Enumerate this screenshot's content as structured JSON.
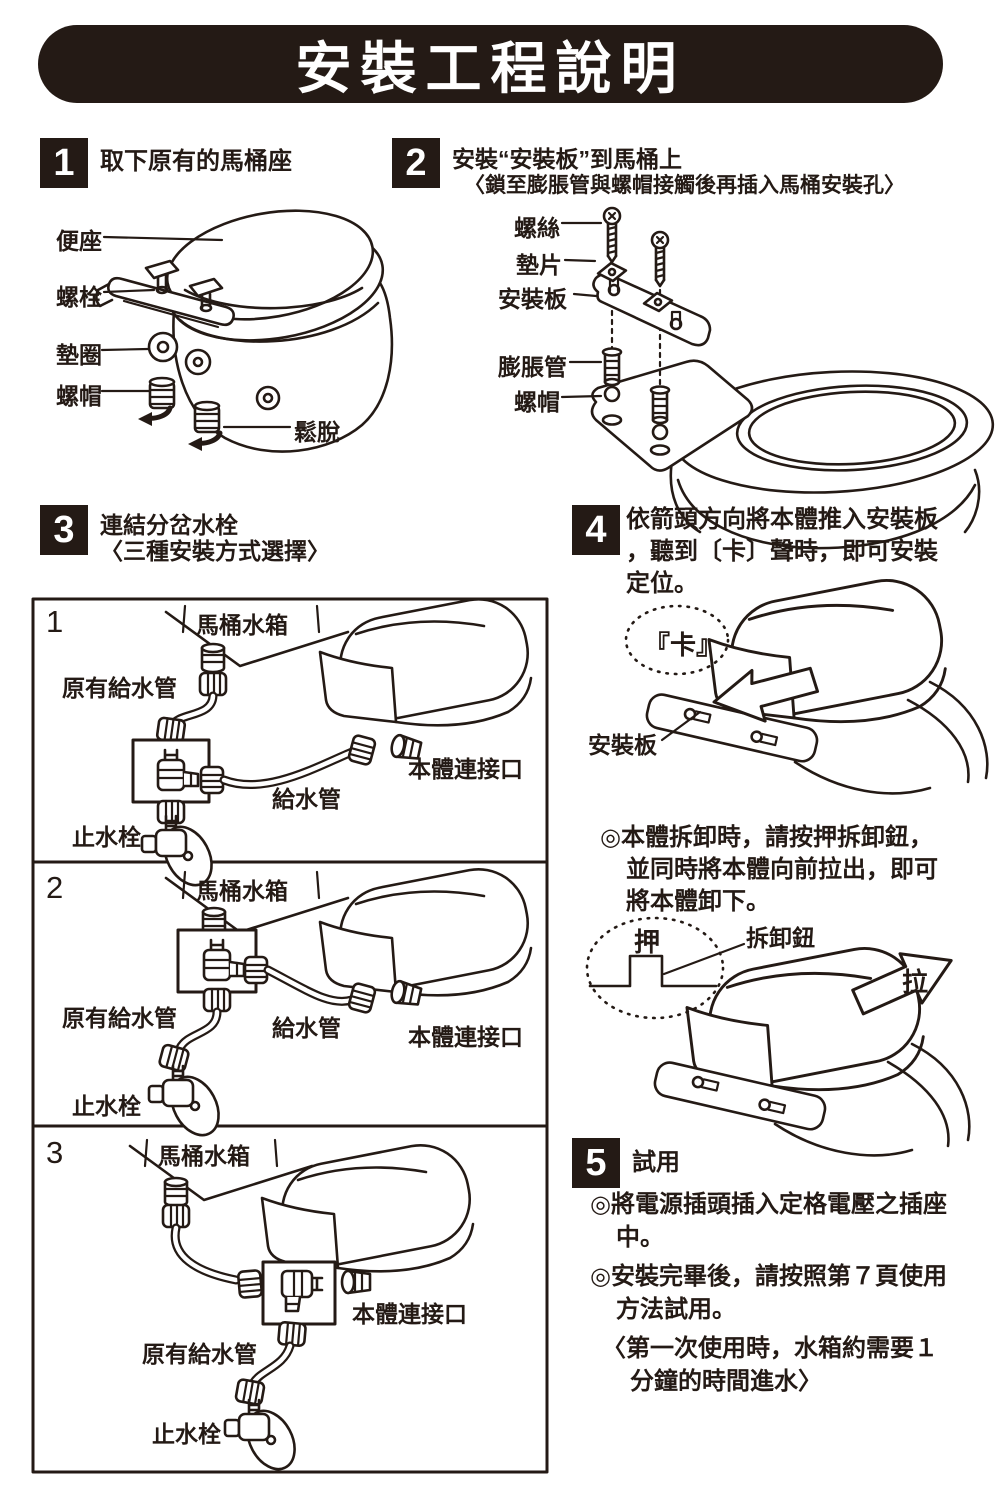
{
  "page": {
    "background": "#ffffff",
    "ink_color": "#241a15"
  },
  "banner": {
    "title": "安裝工程說明"
  },
  "step1": {
    "num": "1",
    "title": "取下原有的馬桶座",
    "labels": {
      "seat": "便座",
      "bolt": "螺栓",
      "washer": "墊圈",
      "nut": "螺帽",
      "loosen": "鬆脫"
    }
  },
  "step2": {
    "num": "2",
    "title": "安裝“安裝板”到馬桶上",
    "subtitle": "〈鎖至膨脹管與螺帽接觸後再插入馬桶安裝孔〉",
    "labels": {
      "screw": "螺絲",
      "shim": "墊片",
      "plate": "安裝板",
      "anchor": "膨脹管",
      "nut": "螺帽"
    }
  },
  "step3": {
    "num": "3",
    "title": "連結分岔水栓",
    "subtitle": "〈三種安裝方式選擇〉",
    "options": [
      {
        "num": "1",
        "labels": {
          "tank": "馬桶水箱",
          "orig_pipe": "原有給水管",
          "supply_pipe": "給水管",
          "body_port": "本體連接口",
          "stop_valve": "止水栓"
        }
      },
      {
        "num": "2",
        "labels": {
          "tank": "馬桶水箱",
          "orig_pipe": "原有給水管",
          "supply_pipe": "給水管",
          "body_port": "本體連接口",
          "stop_valve": "止水栓"
        }
      },
      {
        "num": "3",
        "labels": {
          "tank": "馬桶水箱",
          "orig_pipe": "原有給水管",
          "body_port": "本體連接口",
          "stop_valve": "止水栓"
        }
      }
    ]
  },
  "step4": {
    "num": "4",
    "title_lines": [
      "依箭頭方向將本體推入安裝板",
      "，聽到〔卡〕聲時，即可安裝",
      "定位。"
    ],
    "bubble": "『卡』",
    "plate_label": "安裝板",
    "note_lines": [
      "◎本體拆卸時，請按押拆卸鈕，",
      "並同時將本體向前拉出，即可",
      "將本體卸下。"
    ],
    "push_label": "押",
    "release_label": "拆卸鈕",
    "pull_label": "拉"
  },
  "step5": {
    "num": "5",
    "title": "試用",
    "lines": [
      "◎將電源插頭插入定格電壓之插座",
      "中。",
      "◎安裝完畢後，請按照第７頁使用",
      "方法試用。",
      "〈第一次使用時，水箱約需要１",
      "分鐘的時間進水〉"
    ]
  }
}
